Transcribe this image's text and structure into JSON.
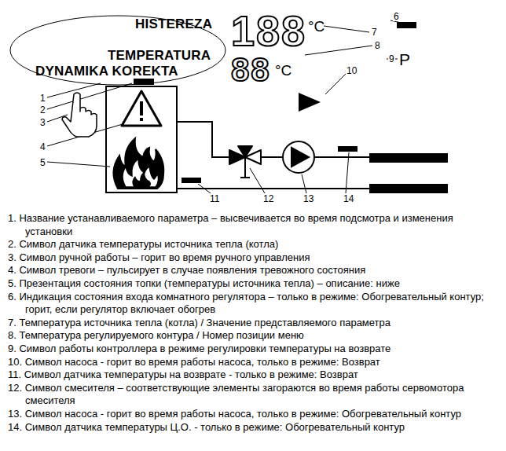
{
  "diagram": {
    "labels": [
      "HISTEREZA",
      "TEMPERATURA",
      "DYNAMIKA KOREKTA",
      "188",
      "°C",
      "88",
      "°C",
      "P",
      "1",
      "2",
      "3",
      "4",
      "5",
      "6",
      "7",
      "8",
      "9",
      "10",
      "11",
      "12",
      "13",
      "14",
      "1. Название устанавливаемого параметра – высвечивается во время подсмотра и изменения установки",
      "2. Символ датчика температуры источника тепла (котла)",
      "3. Символ ручной работы – горит во время ручного управления",
      "4. Символ тревоги – пульсирует в случае появления тревожного состояния",
      "5. Презентация состояния топки (температуры источника тепла) – описание: ниже",
      "6. Индикация состояния входа комнатного регулятора – только в режиме: Обогревательный контур; горит, если регулятор включает обогрев",
      "7. Температура источника тепла (котла) / Значение представляемого параметра",
      "8. Температура регулируемого контура / Номер позиции меню",
      "9. Символ работы контроллера в режиме регулировки температуры на возврате",
      "10. Символ насоса - горит во время работы насоса, только в режиме: Возврат",
      "11. Символ датчика температуры на возврате - только в режиме: Возврат",
      "12. Символ смесителя – соответствующие элементы загораются во время работы сервомотора смесителя",
      "13. Символ насоса - горит во время работы насоса, только в режиме: Обогревательный контур",
      "14. Символ датчика температуры Ц.О. - только в режиме: Обогревательный контур"
    ]
  }
}
